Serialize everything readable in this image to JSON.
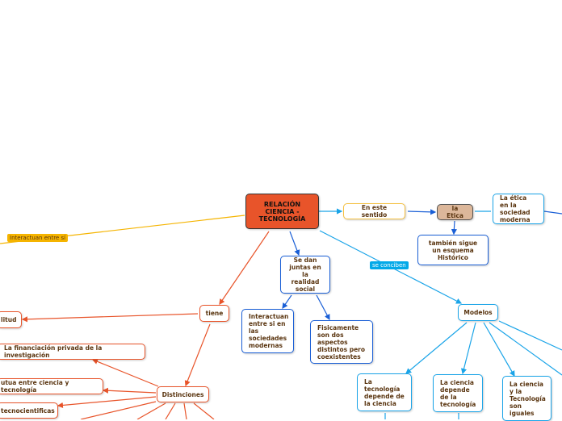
{
  "main": "RELACIÓN CIENCIA - TECNOLOGÍA",
  "links": {
    "interactuan": "Interactuan entre sí",
    "conciben": "se conciben"
  },
  "nodes": {
    "sentido": "En este sentido",
    "etica": "la Etica",
    "etica_moderna": "La ética en la sociedad moderna",
    "historico": "también sigue un esquema Histórico",
    "juntas": "Se dan juntas en la realidad social",
    "interactuan": "Interactuan entre si en las sociedades modernas",
    "fisicamente": "Fisicamente son dos aspectos distintos pero coexistentes",
    "modelos": "Modelos",
    "m1": "La tecnología depende de la ciencia",
    "m2": "La ciencia depende de la tecnología",
    "m3": "La ciencia y la Tecnología son iguales",
    "tiene": "tiene",
    "litud": "litud",
    "distinciones": "Distinciones",
    "financiacion": "La financiación privada de la investigación",
    "mutua": "utua entre ciencia y tecnología",
    "tecno": "tecnocientificas"
  },
  "colors": {
    "main": "#e8542a",
    "etica": "#dcb79a",
    "yellow": "#f5b400",
    "orange": "#e8542a",
    "blue": "#1a5fd6",
    "lightblue": "#1aa4e8"
  }
}
